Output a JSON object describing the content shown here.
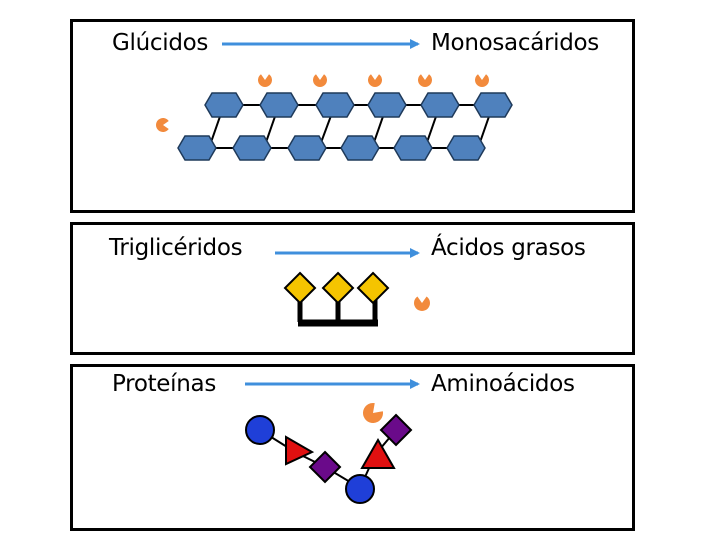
{
  "panels": [
    {
      "name": "glucidos",
      "left_label": "Glúcidos",
      "right_label": "Monosacáridos"
    },
    {
      "name": "trigliceridos",
      "left_label": "Triglicéridos",
      "right_label": "Ácidos grasos"
    },
    {
      "name": "proteinas",
      "left_label": "Proteínas",
      "right_label": "Aminoácidos"
    }
  ],
  "colors": {
    "arrow": "#3f8fdc",
    "hexagon_fill": "#4f81bd",
    "hexagon_stroke": "#1f3a5a",
    "enzyme": "#f28a3c",
    "diamond": "#f5c400",
    "backbone": "#000000",
    "circle": "#1f3fd8",
    "triangle": "#e01010",
    "square": "#6a0a8a"
  },
  "icons": [
    "enzyme-pacman-icon",
    "hexagon-monosaccharide-icon",
    "diamond-fatty-acid-icon",
    "circle-aminoacid-icon",
    "triangle-aminoacid-icon",
    "square-aminoacid-icon"
  ]
}
